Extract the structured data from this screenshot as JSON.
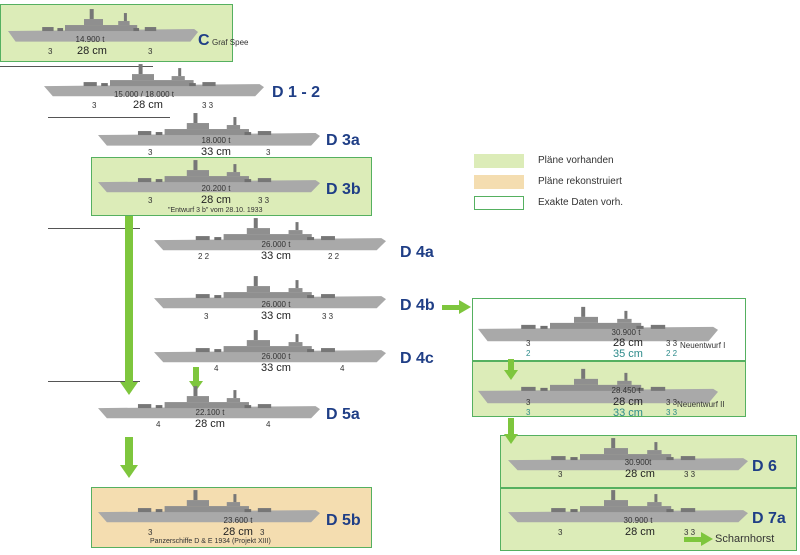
{
  "legend": [
    {
      "label": "Pläne vorhanden",
      "color": "#dcecb8"
    },
    {
      "label": "Pläne rekonstruiert",
      "color": "#f4ddb0"
    },
    {
      "label": "Exakte Daten vorh.",
      "color": "#ffffff"
    }
  ],
  "ships": [
    {
      "id": "c",
      "label": "C",
      "name": "Graf Spee",
      "tonnage": "14.900 t",
      "caliber": "28 cm",
      "guns": [
        "3",
        "3"
      ],
      "box": "green"
    },
    {
      "id": "d12",
      "label": "D 1 - 2",
      "tonnage": "15.000 / 18.000 t",
      "caliber": "28 cm",
      "guns": [
        "3",
        "3 3"
      ]
    },
    {
      "id": "d3a",
      "label": "D 3a",
      "tonnage": "18.000 t",
      "caliber": "33 cm",
      "guns": [
        "3",
        "3"
      ]
    },
    {
      "id": "d3b",
      "label": "D 3b",
      "tonnage": "20.200 t",
      "caliber": "28 cm",
      "guns": [
        "3",
        "3 3"
      ],
      "note": "\"Entwurf 3 b\" vom 28.10. 1933",
      "box": "green"
    },
    {
      "id": "d4a",
      "label": "D 4a",
      "tonnage": "26.000 t",
      "caliber": "33 cm",
      "guns": [
        "2 2",
        "2 2"
      ]
    },
    {
      "id": "d4b",
      "label": "D 4b",
      "tonnage": "26.000 t",
      "caliber": "33 cm",
      "guns": [
        "3",
        "3 3"
      ]
    },
    {
      "id": "d4c",
      "label": "D 4c",
      "tonnage": "26.000 t",
      "caliber": "33 cm",
      "guns": [
        "4",
        "4"
      ]
    },
    {
      "id": "d5a",
      "label": "D 5a",
      "tonnage": "22.100 t",
      "caliber": "28 cm",
      "guns": [
        "4",
        "4"
      ]
    },
    {
      "id": "d5b",
      "label": "D 5b",
      "tonnage": "23.600 t",
      "caliber": "28 cm",
      "guns": [
        "3",
        "3"
      ],
      "note": "Panzerschiffe D & E 1934 (Projekt XIII)",
      "box": "orange"
    },
    {
      "id": "nI",
      "name": "Neuentwurf I",
      "tonnage": "30.900 t",
      "caliber": "28 cm",
      "guns": [
        "3",
        "3 3"
      ],
      "caliber2": "35 cm",
      "guns2": [
        "2",
        "2 2"
      ],
      "box": "white"
    },
    {
      "id": "nII",
      "name": "Neuentwurf II",
      "tonnage": "28.450 t",
      "caliber": "28 cm",
      "guns": [
        "3",
        "3 3"
      ],
      "caliber2": "33 cm",
      "guns2": [
        "3",
        "3 3"
      ],
      "box": "green"
    },
    {
      "id": "d6",
      "label": "D 6",
      "tonnage": "30.900t",
      "caliber": "28 cm",
      "guns": [
        "3",
        "3 3"
      ],
      "box": "green"
    },
    {
      "id": "d7a",
      "label": "D 7a",
      "tonnage": "30.900 t",
      "caliber": "28 cm",
      "guns": [
        "3",
        "3 3"
      ],
      "box": "green"
    }
  ],
  "scharnhorst": "Scharnhorst",
  "colors": {
    "hull": "#a9a9a9",
    "superstructure": "#8f8f8f",
    "arrow": "#7ec63d",
    "label": "#1f3e86",
    "box_border": "#55b060"
  }
}
